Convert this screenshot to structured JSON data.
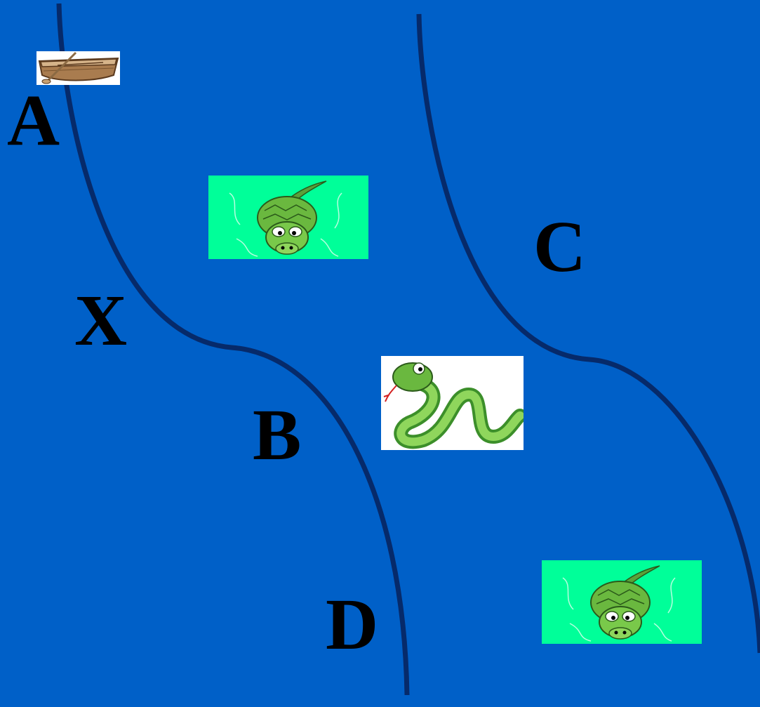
{
  "colors": {
    "water": "#0060c8",
    "river_lines": "#062a6a",
    "crocodile_background": "#00ff99",
    "snake_background": "#ffffff",
    "letters": "#000000"
  },
  "labels": {
    "a": "A",
    "x": "X",
    "b": "B",
    "c": "C",
    "d": "D"
  },
  "icons": {
    "boat": "rowboat-icon",
    "crocodile": "crocodile-icon",
    "snake": "snake-icon"
  }
}
